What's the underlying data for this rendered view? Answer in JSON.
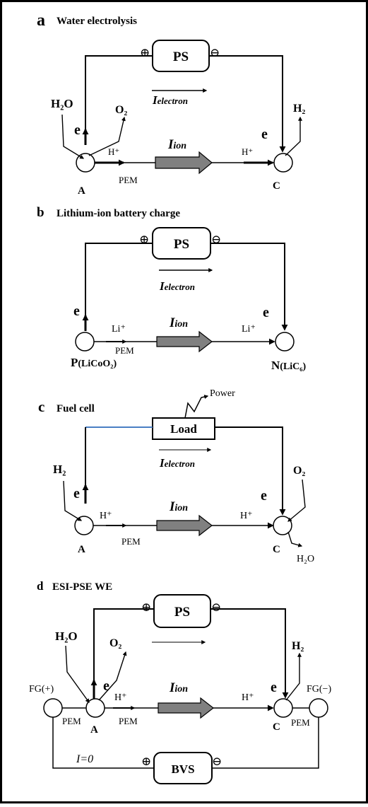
{
  "panel_a": {
    "letter": "a",
    "title": "Water electrolysis",
    "supply": "PS",
    "plus": "⊕",
    "minus": "⊖",
    "current_electron_sym": "I",
    "current_electron_sub": "electron",
    "current_ion_sym": "I",
    "current_ion_sub": "ion",
    "h2o": "H₂O",
    "o2": "O₂",
    "h2": "H₂",
    "e_left": "e",
    "e_right": "e",
    "h_plus_left": "H⁺",
    "h_plus_right": "H⁺",
    "pem": "PEM",
    "anode": "A",
    "cathode": "C"
  },
  "panel_b": {
    "letter": "b",
    "title": "Lithium-ion battery charge",
    "supply": "PS",
    "plus": "⊕",
    "minus": "⊖",
    "current_electron_sym": "I",
    "current_electron_sub": "electron",
    "current_ion_sym": "I",
    "current_ion_sub": "ion",
    "e_left": "e",
    "e_right": "e",
    "li_left": "Li⁺",
    "li_right": "Li⁺",
    "pem": "PEM",
    "pos_letter": "P",
    "pos_material": "(LiCoO₂)",
    "neg_letter": "N",
    "neg_material": "(LiC₆)"
  },
  "panel_c": {
    "letter": "c",
    "title": "Fuel cell",
    "load": "Load",
    "power": "Power",
    "current_electron_sym": "I",
    "current_electron_sub": "electron",
    "current_ion_sym": "I",
    "current_ion_sub": "ion",
    "h2": "H₂",
    "o2": "O₂",
    "h2o": "H₂O",
    "e_left": "e",
    "e_right": "e",
    "h_plus_left": "H⁺",
    "h_plus_right": "H⁺",
    "pem": "PEM",
    "anode": "A",
    "cathode": "C"
  },
  "panel_d": {
    "letter": "d",
    "title": "ESI-PSE WE",
    "supply": "PS",
    "bvs": "BVS",
    "plus": "⊕",
    "minus": "⊖",
    "current_ion_sym": "I",
    "current_ion_sub": "ion",
    "h2o": "H₂O",
    "o2": "O₂",
    "h2": "H₂",
    "e_left": "e",
    "e_right": "e",
    "h_plus_left": "H⁺",
    "h_plus_right": "H⁺",
    "fg_plus": "FG(+)",
    "fg_minus": "FG(−)",
    "pem_fg_left": "PEM",
    "pem_mid": "PEM",
    "pem_fg_right": "PEM",
    "anode": "A",
    "cathode": "C",
    "i_zero": "I=0"
  }
}
